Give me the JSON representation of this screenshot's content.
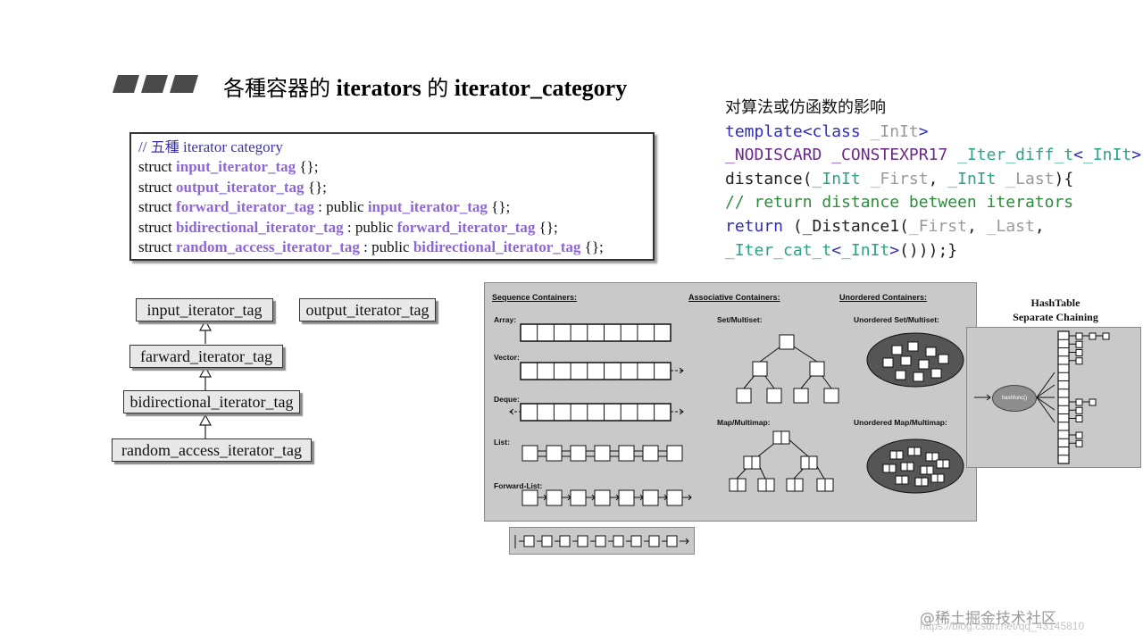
{
  "title": {
    "part1": "各種容器的",
    "part2": " iterators ",
    "part3": "的",
    "part4": " iterator_category"
  },
  "code_box": {
    "comment_prefix": "// ",
    "comment_cjk": "五種",
    "comment_rest": " iterator category",
    "lines": [
      {
        "struct_kw": "struct ",
        "tag": "input_iterator_tag",
        "mid": "",
        "base": "",
        "end": " {};"
      },
      {
        "struct_kw": "struct ",
        "tag": "output_iterator_tag",
        "mid": "",
        "base": "",
        "end": " {};"
      },
      {
        "struct_kw": "struct ",
        "tag": "forward_iterator_tag",
        "mid": " : public ",
        "base": "input_iterator_tag",
        "end": " {};"
      },
      {
        "struct_kw": "struct ",
        "tag": "bidirectional_iterator_tag",
        "mid": " : public ",
        "base": "forward_iterator_tag",
        "end": " {};"
      },
      {
        "struct_kw": "struct ",
        "tag": "random_access_iterator_tag",
        "mid": " : public ",
        "base": "bidirectional_iterator_tag",
        "end": " {};"
      }
    ]
  },
  "right_code": {
    "heading": "对算法或仿函数的影响",
    "l1": {
      "kw": "template",
      "lt": "<",
      "cls": "class",
      "sp": " ",
      "t": "_InIt",
      "gt": ">"
    },
    "l2": {
      "m1": "_NODISCARD",
      "sp1": " ",
      "m2": "_CONSTEXPR17",
      "sp2": " ",
      "t1": "_Iter_diff_t",
      "lt": "<",
      "t2": "_InIt",
      "gt": ">"
    },
    "l3": {
      "fn": "distance(",
      "t1": "_InIt",
      "sp1": " ",
      "p1": "_First",
      "c": ", ",
      "t2": "_InIt",
      "sp2": " ",
      "p2": "_Last",
      "end": "){"
    },
    "l4": {
      "cmt": "// return distance between iterators"
    },
    "l5": {
      "kw": "return",
      "a": " (_Distance1(",
      "p1": "_First",
      "c": ", ",
      "p2": "_Last",
      "end": ","
    },
    "l6": {
      "t1": "_Iter_cat_t",
      "lt": "<",
      "t2": "_InIt",
      "gt": ">",
      "end": "()));}"
    }
  },
  "hierarchy": {
    "input": "input_iterator_tag",
    "output": "output_iterator_tag",
    "forward": "farward_iterator_tag",
    "bidirectional": "bidirectional_iterator_tag",
    "random": "random_access_iterator_tag"
  },
  "containers": {
    "seq_header": "Sequence Containers:",
    "assoc_header": "Associative Containers:",
    "unord_header": "Unordered Containers:",
    "array": "Array:",
    "vector": "Vector:",
    "deque": "Deque:",
    "list": "List:",
    "forward_list": "Forward-List:",
    "set": "Set/Multiset:",
    "map": "Map/Multimap:",
    "uset": "Unordered Set/Multiset:",
    "umap": "Unordered Map/Multimap:"
  },
  "hashtable": {
    "title_line1": "HashTable",
    "title_line2": "Separate Chaining",
    "func": "hashfunc()"
  },
  "watermark": {
    "text": "@稀土掘金技术社区",
    "url": "https://blog.csdn.net/qq_43145810"
  }
}
